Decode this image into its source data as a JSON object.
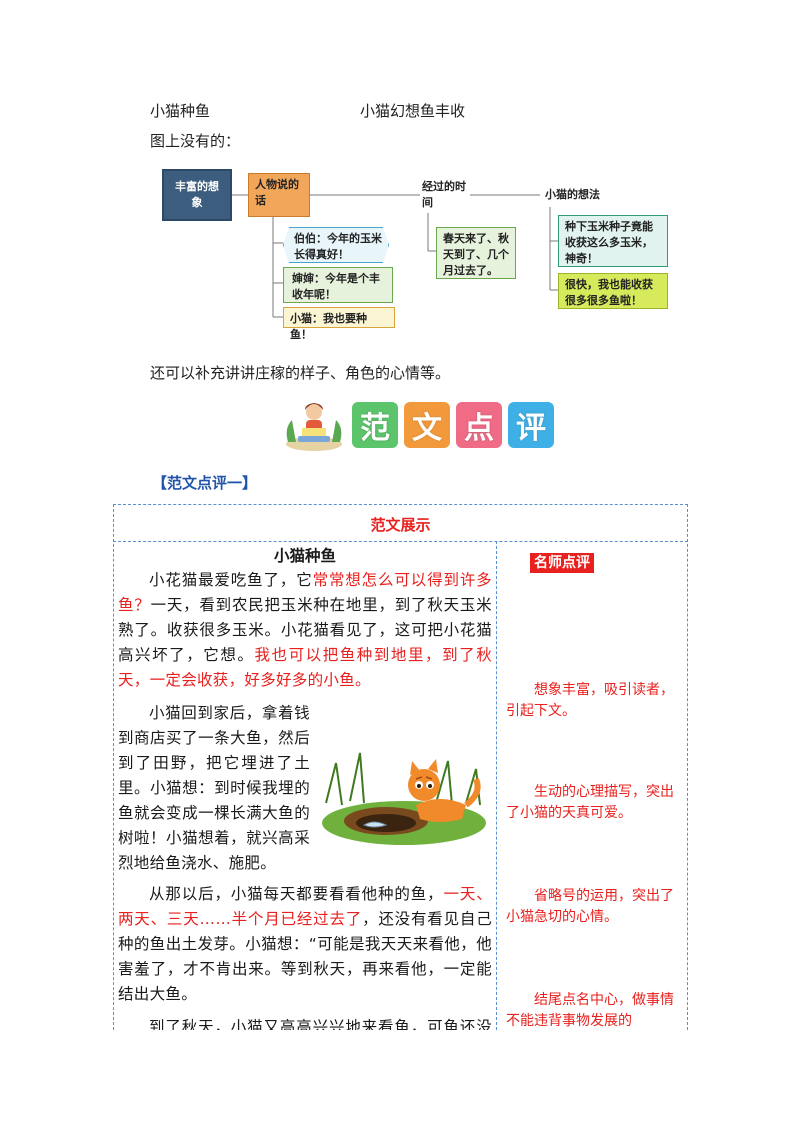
{
  "top": {
    "left_title": "小猫种鱼",
    "right_title": "小猫幻想鱼丰收",
    "subhead": "图上没有的："
  },
  "mindmap": {
    "root": "丰富的想象",
    "people": "人物说的话",
    "bubble1": "伯伯：今年的玉米长得真好！",
    "bubble2": "婶婶：今年是个丰收年呢！",
    "bubble3": "小猫：我也要种鱼！",
    "time_label": "经过的时间",
    "time_box": "春天来了、秋天到了、几个月过去了。",
    "thought_label": "小猫的想法",
    "thought1": "种下玉米种子竟能收获这么多玉米，神奇！",
    "thought2": "很快，我也能收获很多很多鱼啦！"
  },
  "supplement": "还可以补充讲讲庄稼的样子、角色的心情等。",
  "banner": {
    "chars": [
      "范",
      "文",
      "点",
      "评"
    ],
    "colors": [
      "#5cc46b",
      "#f29a3b",
      "#ef6b86",
      "#3fb0e6"
    ]
  },
  "section_title": "【范文点评一】",
  "table": {
    "header": "范文展示",
    "essay_title": "小猫种鱼",
    "comment_header": "名师点评",
    "p1_a": "小花猫最爱吃鱼了，它",
    "p1_b": "常常想怎么可以得到许多鱼？",
    "p1_c": "一天，看到农民把玉米种在地里，到了秋天玉米熟了。收获很多玉米。小花猫看见了，这可把小花猫高兴坏了，它想。",
    "p1_d": "我也可以把鱼种到地里，到了秋天，一定会收获，好多好多的小鱼。",
    "p2_a": "小猫回到家后，拿着钱到商店买了一条大鱼，然后到了田野，把它埋进了土里。小猫想：到时候我埋的鱼就会变成一棵长满大鱼的树啦！小猫想着，就兴高采烈地给鱼浇水、施肥。",
    "p3_a": "从那以后，小猫每天都要看看他种的鱼，",
    "p3_b": "一天、两天、三天……半个月已经过去了",
    "p3_c": "，还没有看见自己种的鱼出土发芽。小猫想：“可能是我天天来看他，他害羞了，才不肯出来。等到秋天，再来看他，一定能结出大鱼。",
    "p4_a": "到了秋天，小猫又高高兴兴地来看鱼，可鱼还没有发芽，小猫往土里一摸，摸到了一个扎手的东西，她拿出来一看，原来自己埋的鱼已经变成鱼骨",
    "comment1": "想象丰富，吸引读者，引起下文。",
    "comment2": "生动的心理描写，突出了小猫的天真可爱。",
    "comment3": "省略号的运用，突出了小猫急切的心情。",
    "comment4": "结尾点名中心，做事情不能违背事物发展的"
  }
}
